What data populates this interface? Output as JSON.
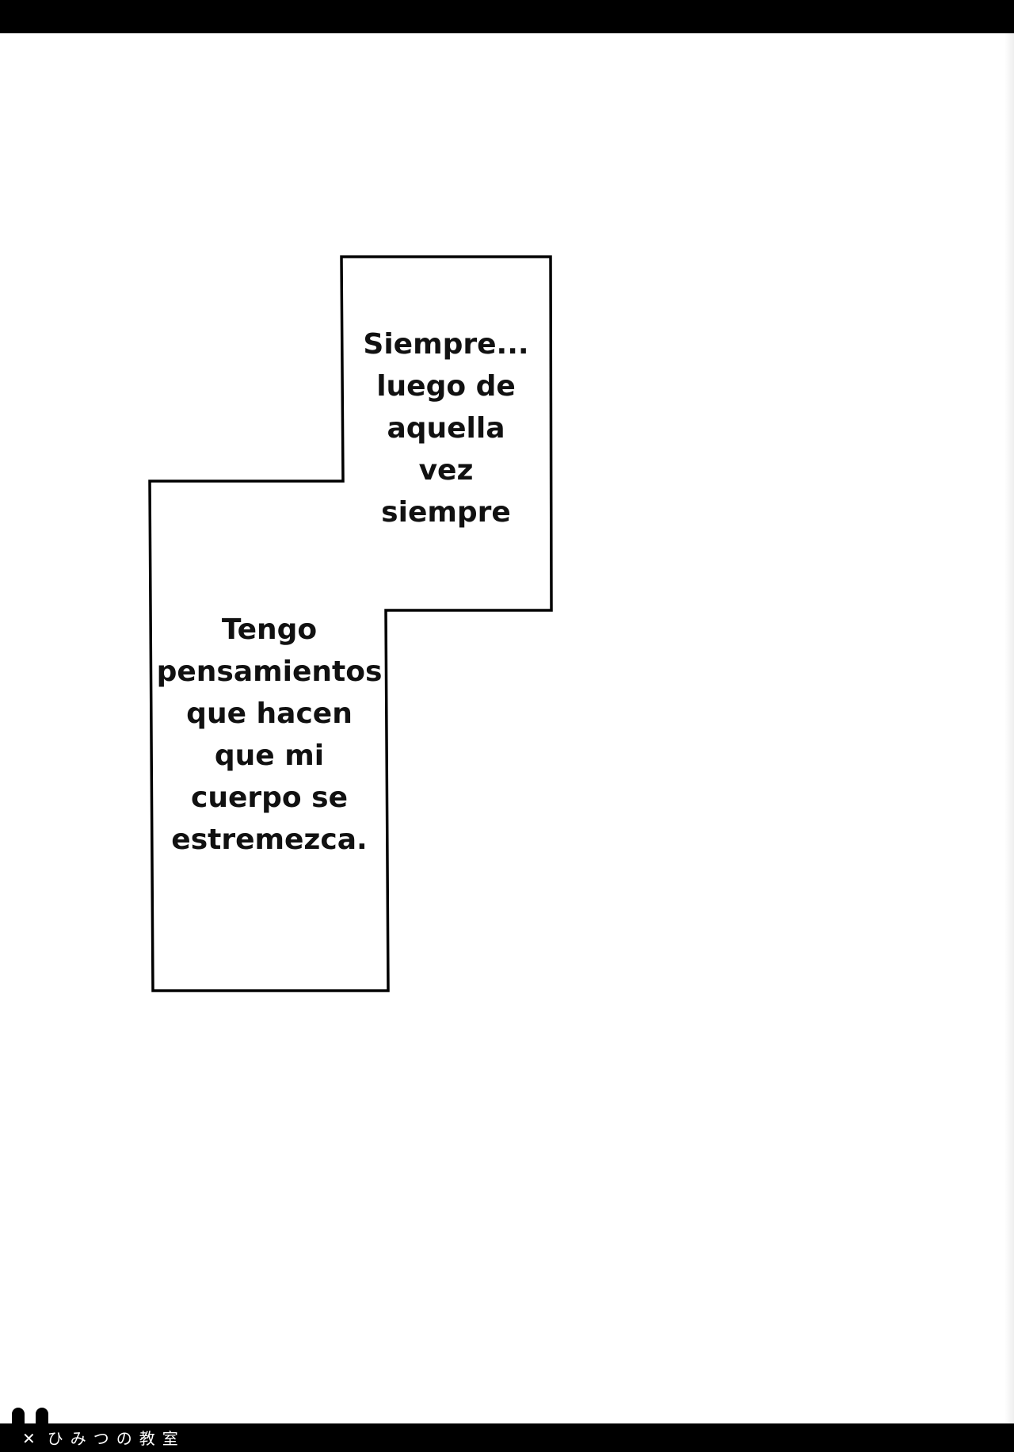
{
  "bubble_upper": {
    "lines": [
      "Siempre...",
      "luego de",
      "aquella",
      "vez",
      "siempre"
    ]
  },
  "bubble_lower": {
    "lines": [
      "Tengo",
      "pensamientos",
      "que hacen",
      "que mi",
      "cuerpo se",
      "estremezca."
    ]
  },
  "footer": {
    "mark": "✕",
    "title": "ひみつの教室"
  }
}
